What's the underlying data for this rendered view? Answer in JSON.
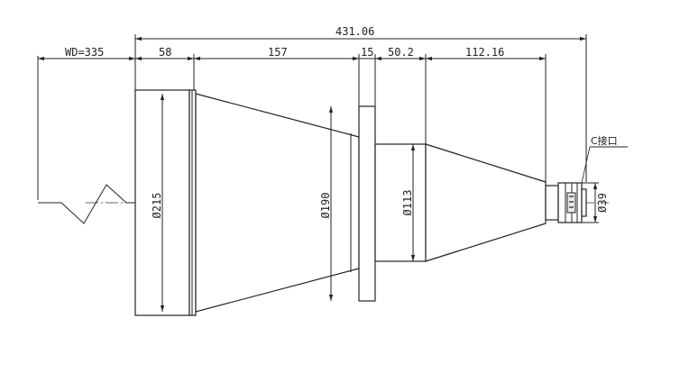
{
  "drawing": {
    "dimensions": {
      "overall": "431.06",
      "working_distance": "WD=335",
      "segment_1": "58",
      "segment_2": "157",
      "segment_3": "15",
      "segment_4": "50.2",
      "segment_5": "112.16"
    },
    "diameters": {
      "front": "Ø215",
      "flange": "Ø190",
      "body": "Ø113",
      "mount": "Ø39"
    },
    "labels": {
      "mount_type": "C接口"
    }
  }
}
